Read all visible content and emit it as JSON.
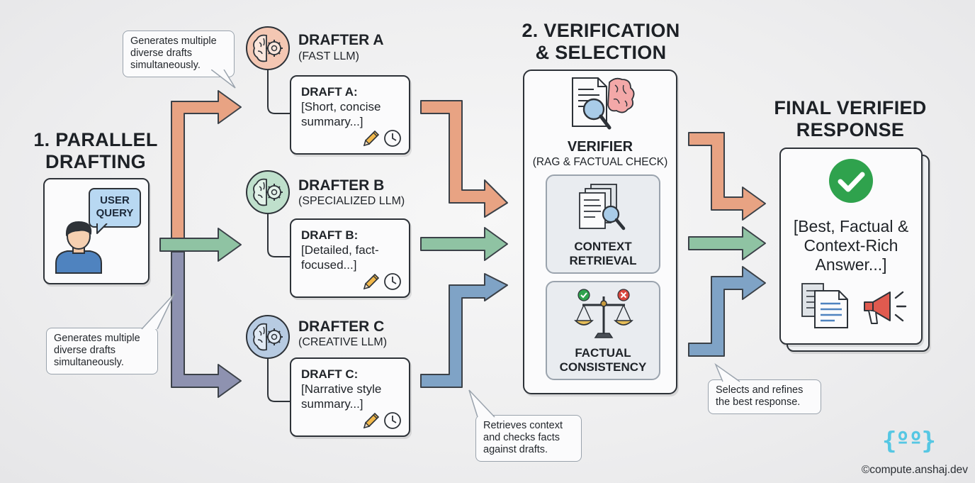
{
  "headings": {
    "parallel": "1. PARALLEL\nDRAFTING",
    "verification": "2. VERIFICATION\n& SELECTION",
    "final": "FINAL VERIFIED\nRESPONSE"
  },
  "user_query": {
    "bubble_text": "USER\nQUERY"
  },
  "drafters": [
    {
      "title": "DRAFTER A",
      "subtitle": "(FAST LLM)",
      "draft_title": "DRAFT A:",
      "draft_text": "[Short, concise summary...]",
      "color": "#e8a383"
    },
    {
      "title": "DRAFTER B",
      "subtitle": "(SPECIALIZED LLM)",
      "draft_title": "DRAFT B:",
      "draft_text": "[Detailed, fact-focused...]",
      "color": "#8fc3a3"
    },
    {
      "title": "DRAFTER C",
      "subtitle": "(CREATIVE LLM)",
      "draft_title": "DRAFT C:",
      "draft_text": "[Narrative style summary...]",
      "color": "#7fa3c6"
    }
  ],
  "verifier": {
    "title": "VERIFIER",
    "subtitle": "(RAG & FACTUAL CHECK)",
    "context_label": "CONTEXT\nRETRIEVAL",
    "consistency_label": "FACTUAL\nCONSISTENCY"
  },
  "final": {
    "answer_text": "[Best, Factual & Context-Rich Answer...]"
  },
  "callouts": {
    "top": "Generates multiple\ndiverse drafts\nsimultaneously.",
    "bottom": "Generates multiple\ndiverse drafts\nsimultaneously.",
    "retrieves": "Retrieves context\nand checks facts\nagainst drafts.",
    "selects": "Selects and refines\nthe best response."
  },
  "logo": {
    "text": "{ºº}"
  },
  "credit": "©compute.anshaj.dev",
  "colors": {
    "salmon": "#e8a383",
    "green": "#8fc3a3",
    "blue": "#7fa3c6",
    "purple": "#8e92b0",
    "check": "#2fa24d"
  }
}
